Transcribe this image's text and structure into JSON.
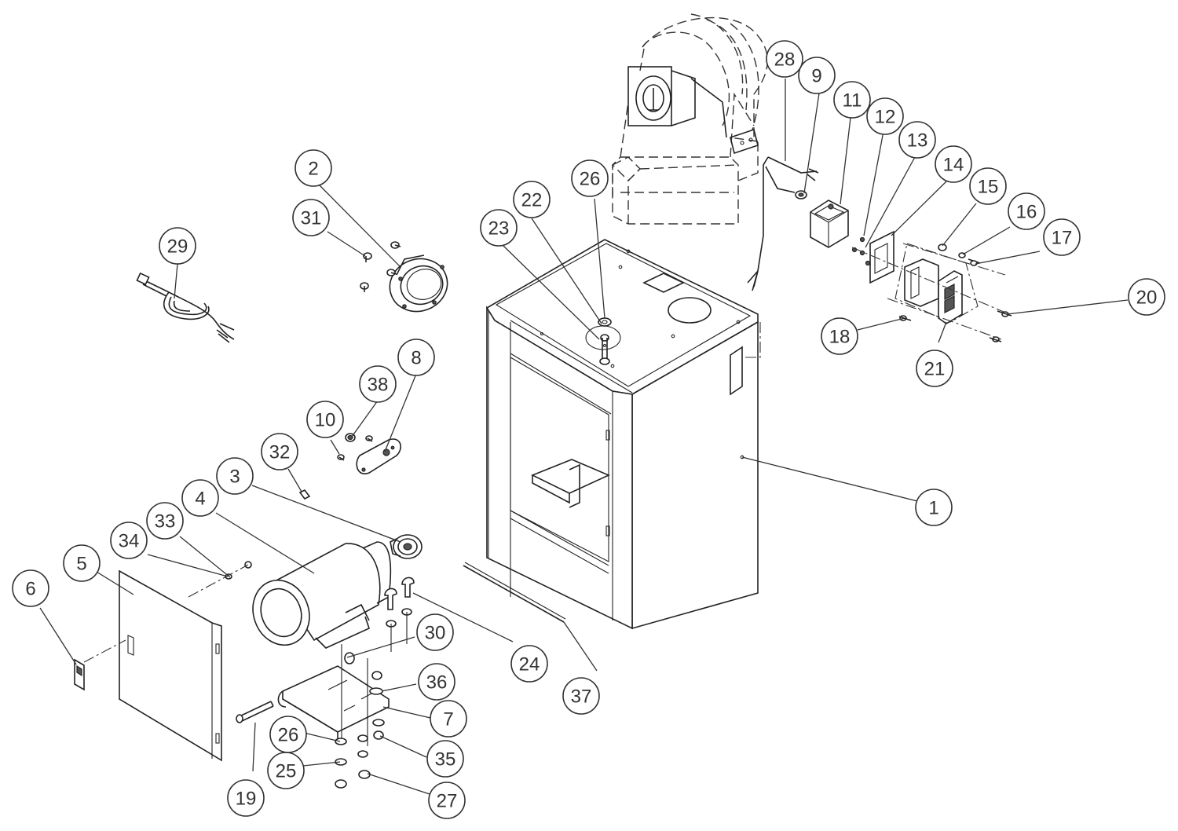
{
  "callouts": [
    {
      "id": "c1",
      "num": "1"
    },
    {
      "id": "c2",
      "num": "2"
    },
    {
      "id": "c3",
      "num": "3"
    },
    {
      "id": "c4",
      "num": "4"
    },
    {
      "id": "c5",
      "num": "5"
    },
    {
      "id": "c6",
      "num": "6"
    },
    {
      "id": "c7",
      "num": "7"
    },
    {
      "id": "c8",
      "num": "8"
    },
    {
      "id": "c9",
      "num": "9"
    },
    {
      "id": "c10",
      "num": "10"
    },
    {
      "id": "c11",
      "num": "11"
    },
    {
      "id": "c12",
      "num": "12"
    },
    {
      "id": "c13",
      "num": "13"
    },
    {
      "id": "c14",
      "num": "14"
    },
    {
      "id": "c15",
      "num": "15"
    },
    {
      "id": "c16",
      "num": "16"
    },
    {
      "id": "c17",
      "num": "17"
    },
    {
      "id": "c18",
      "num": "18"
    },
    {
      "id": "c19",
      "num": "19"
    },
    {
      "id": "c20",
      "num": "20"
    },
    {
      "id": "c21",
      "num": "21"
    },
    {
      "id": "c22",
      "num": "22"
    },
    {
      "id": "c23",
      "num": "23"
    },
    {
      "id": "c24",
      "num": "24"
    },
    {
      "id": "c25",
      "num": "25"
    },
    {
      "id": "c26a",
      "num": "26"
    },
    {
      "id": "c26b",
      "num": "26"
    },
    {
      "id": "c27",
      "num": "27"
    },
    {
      "id": "c28",
      "num": "28"
    },
    {
      "id": "c29",
      "num": "29"
    },
    {
      "id": "c30",
      "num": "30"
    },
    {
      "id": "c31",
      "num": "31"
    },
    {
      "id": "c32",
      "num": "32"
    },
    {
      "id": "c33",
      "num": "33"
    },
    {
      "id": "c34",
      "num": "34"
    },
    {
      "id": "c35",
      "num": "35"
    },
    {
      "id": "c36",
      "num": "36"
    },
    {
      "id": "c37",
      "num": "37"
    },
    {
      "id": "c38",
      "num": "38"
    }
  ]
}
